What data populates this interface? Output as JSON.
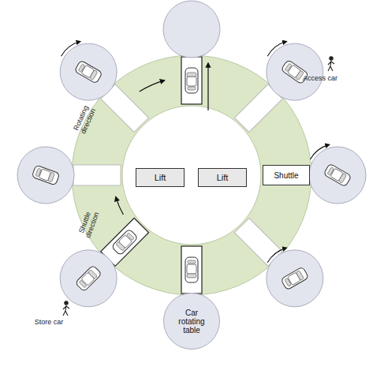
{
  "diagram": {
    "nodes": [
      {
        "text": [
          "Lift"
        ]
      },
      {
        "text": [
          "Lift"
        ]
      },
      {
        "text": [
          "Shuttle"
        ]
      },
      {
        "text": [
          "Car rotating table"
        ]
      }
    ],
    "edges": [],
    "labels": [
      "Rotating direction",
      "Shuttle direction",
      "Access car",
      "Store car"
    ]
  }
}
